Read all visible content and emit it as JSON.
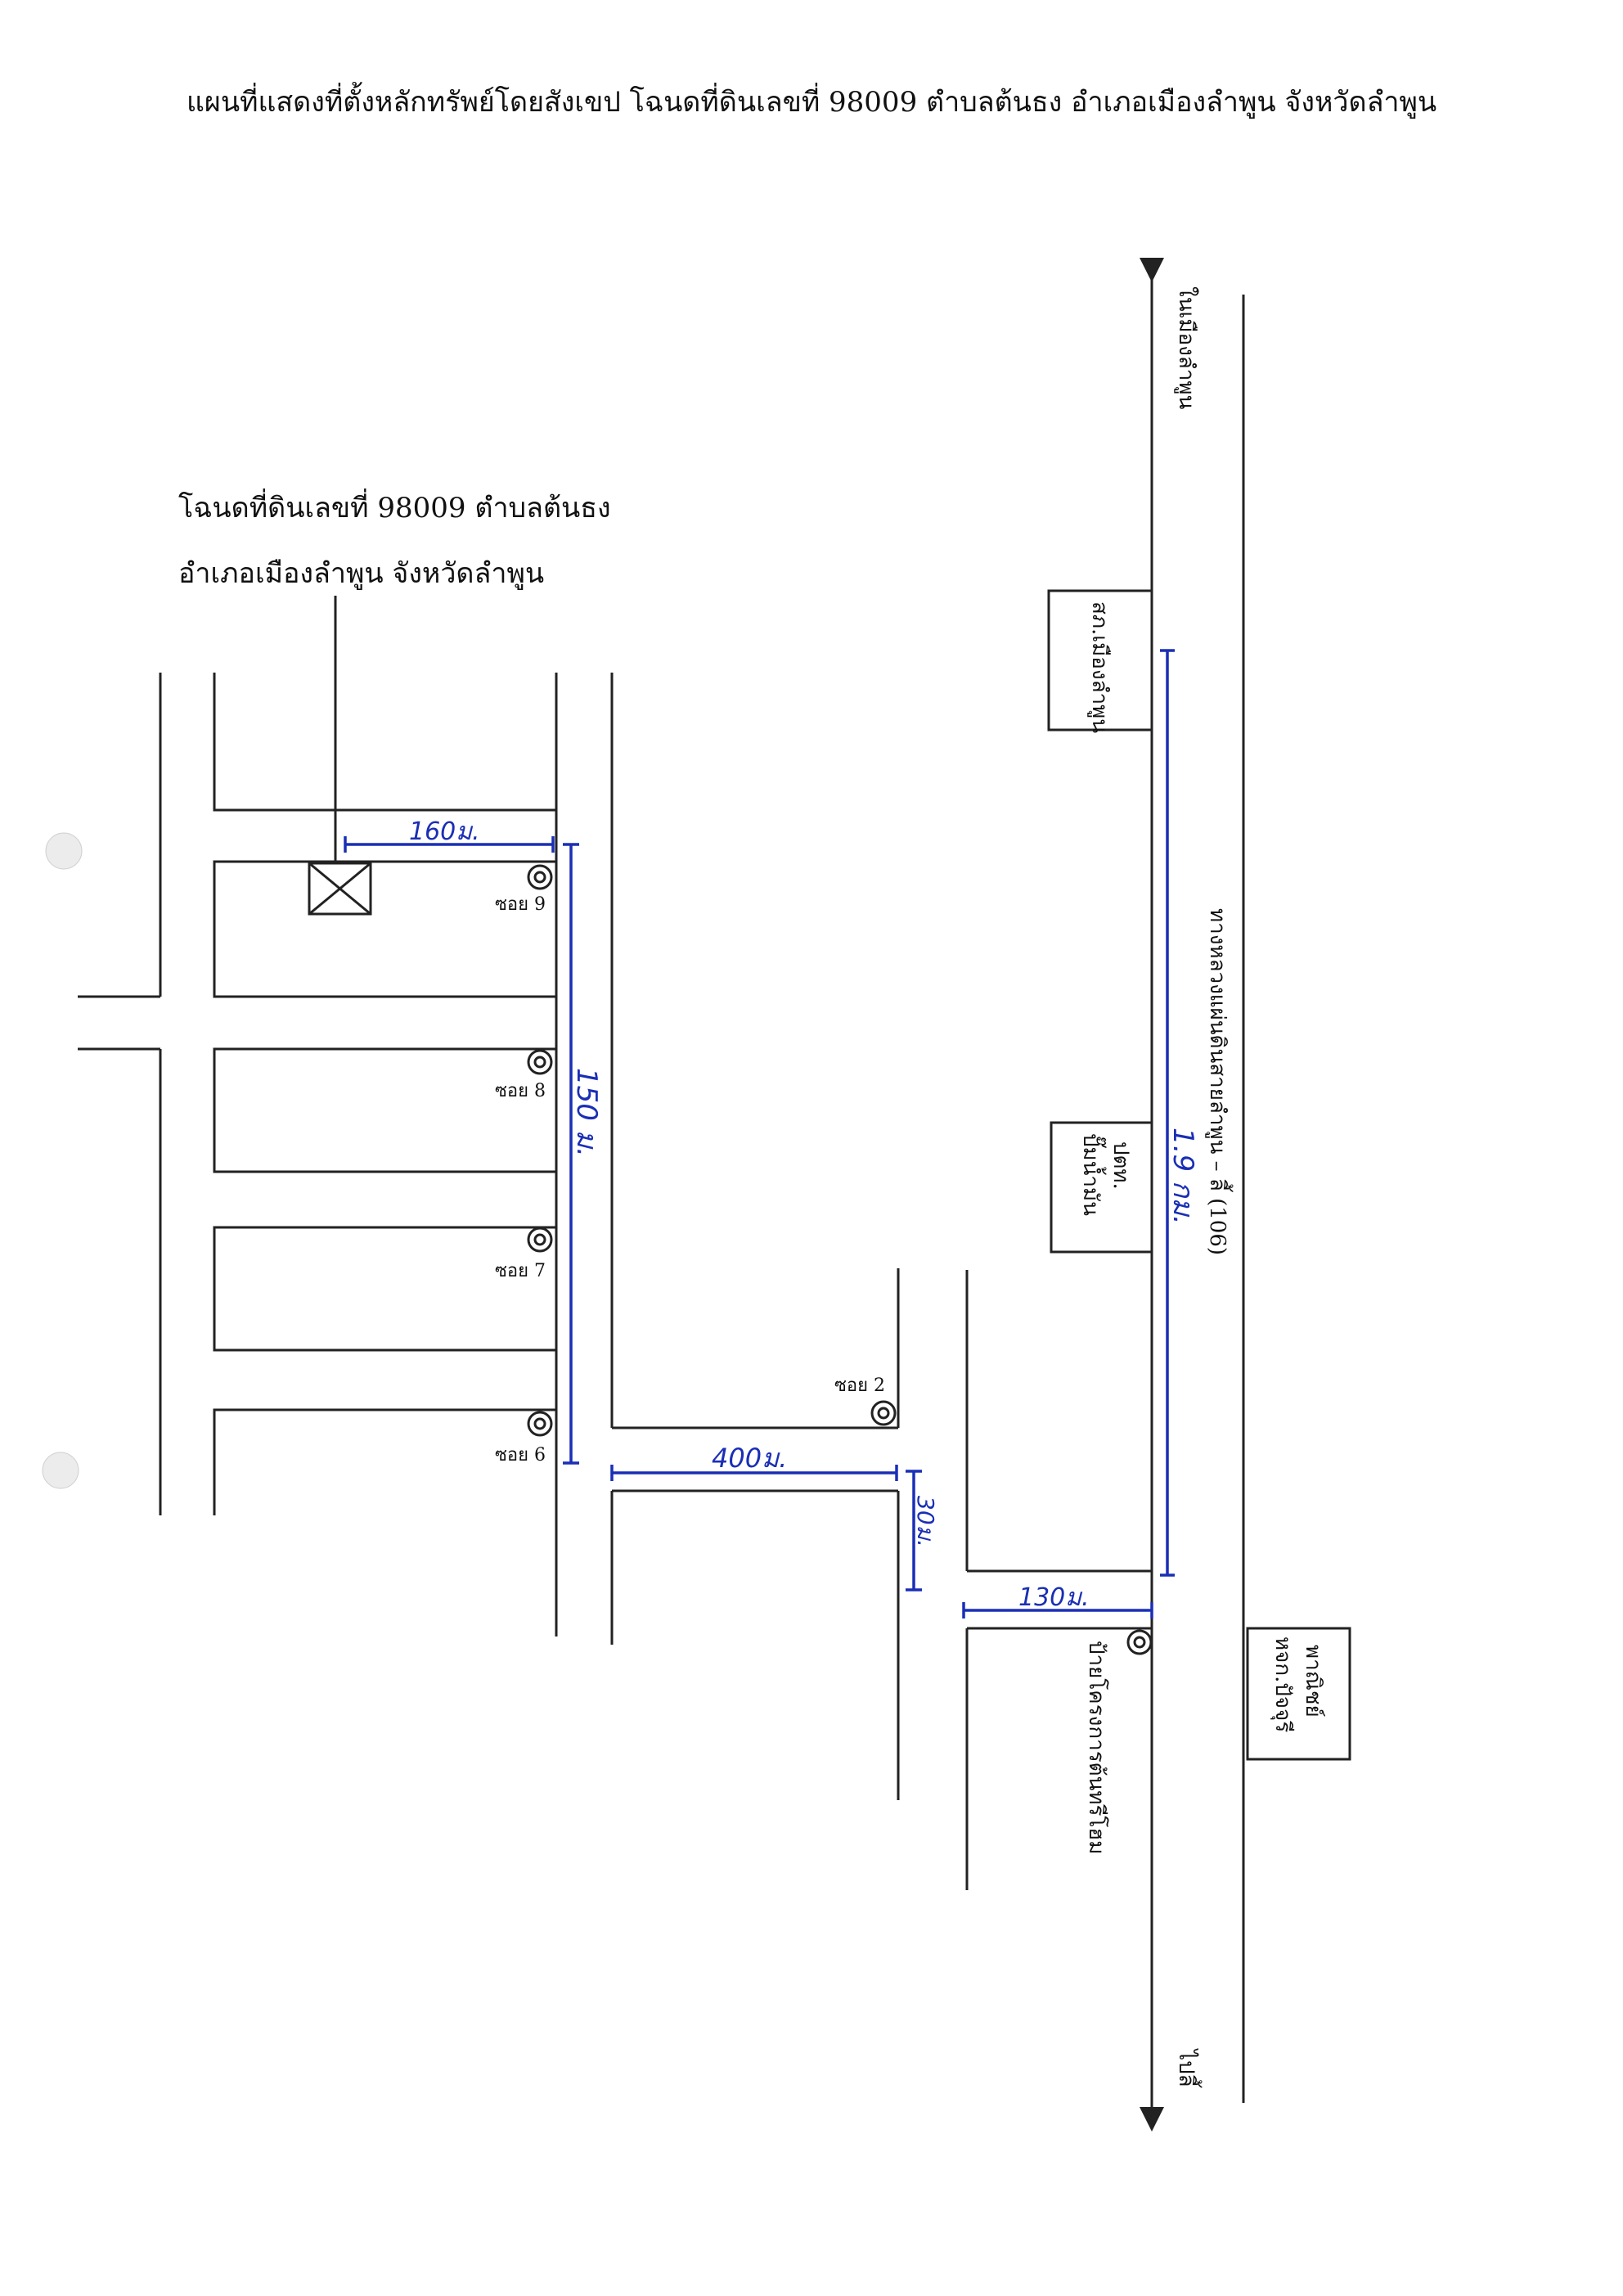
{
  "title": "แผนที่แสดงที่ตั้งหลักทรัพย์โดยสังเขป โฉนดที่ดินเลขที่ 98009 ตำบลต้นธง อำเภอเมืองลำพูน จังหวัดลำพูน",
  "property_label": {
    "line1": "โฉนดที่ดินเลขที่ 98009 ตำบลต้นธง",
    "line2": "อำเภอเมืองลำพูน จังหวัดลำพูน"
  },
  "road_labels": {
    "to_north": "ในเมืองลำพูน",
    "to_south": "ไปลี้",
    "highway": "ทางหลวงแผ่นดินสายลำพูน – ลี้ (106)"
  },
  "landmarks": {
    "police": "สภ.เมืองลำพูน",
    "gas_station_line1": "ปั๊มน้ำมัน",
    "gas_station_line2": "ปตท.",
    "project_sign": "ป้ายโครงการต้นทรีโฮม",
    "shop_line1": "หจก.ปัจจุรี",
    "shop_line2": "พาณิชย์"
  },
  "soi": {
    "soi9": "ซอย 9",
    "soi8": "ซอย 8",
    "soi7": "ซอย 7",
    "soi6": "ซอย 6",
    "soi2": "ซอย 2"
  },
  "distances": {
    "d160": "160ม.",
    "d150": "150 ม.",
    "d400": "400ม.",
    "d30": "30ม.",
    "d130": "130ม.",
    "d1_9": "1.9 กม."
  },
  "colors": {
    "ink": "#222222",
    "annotation": "#1a2fb5"
  }
}
